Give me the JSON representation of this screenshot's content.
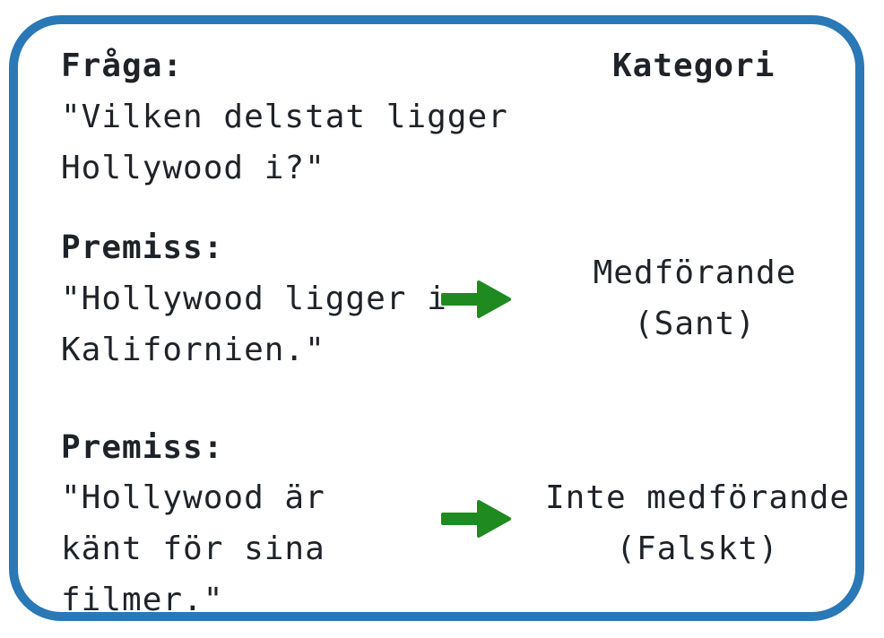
{
  "colors": {
    "frame_border": "#2a78b5",
    "arrow": "#1f8a1f",
    "text": "#1f2329",
    "background": "#ffffff"
  },
  "question": {
    "label": "Fråga:",
    "text": "\"Vilken delstat ligger Hollywood i?\""
  },
  "category_header": "Kategori",
  "premises": [
    {
      "label": "Premiss:",
      "text": "\"Hollywood ligger i Kalifornien.\"",
      "category": "Medförande (Sant)",
      "arrow_icon": "arrow-right-icon"
    },
    {
      "label": "Premiss:",
      "text": "\"Hollywood är känt för sina filmer.\"",
      "category": "Inte medförande (Falskt)",
      "arrow_icon": "arrow-right-icon"
    }
  ]
}
